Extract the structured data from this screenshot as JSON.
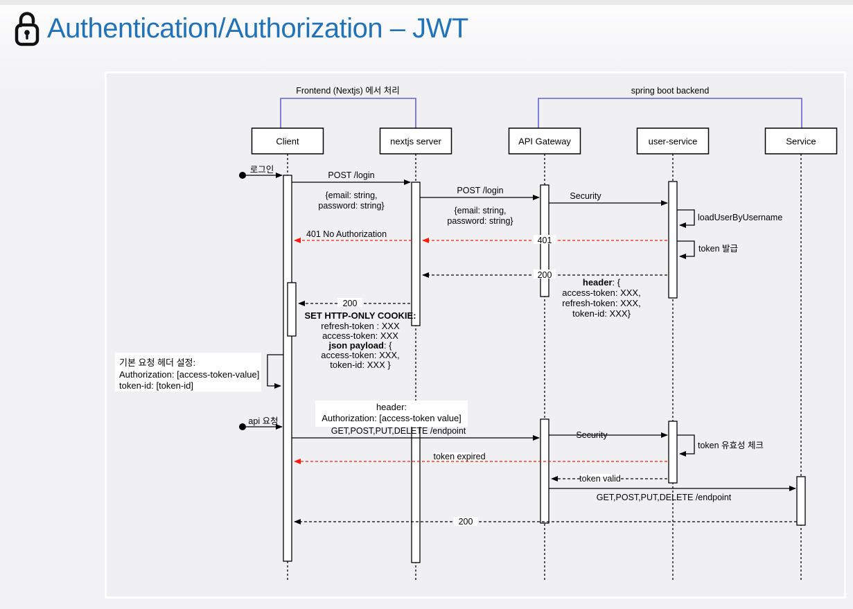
{
  "title": {
    "text": "Authentication/Authorization – JWT"
  },
  "colors": {
    "title_blue": "#2272b8",
    "bracket_blue": "#6161d6",
    "error_red": "#fe1a0d",
    "status_blue": "#2020ff"
  },
  "groups": {
    "frontend": "Frontend (Nextjs) 에서 처리",
    "backend": "spring boot backend"
  },
  "participants": {
    "client": "Client",
    "nextjs": "nextjs server",
    "gateway": "API Gateway",
    "user_service": "user-service",
    "service": "Service"
  },
  "messages": {
    "login": "로그인",
    "post_login": "POST /login",
    "post_login_body_1": "{email: string,",
    "post_login_body_2": "password: string}",
    "security": "Security",
    "load_user": "loadUserByUsername",
    "err_401_full": "401 No Authorization",
    "err_401": "401",
    "token_issue": "token 발급",
    "ok_200": "200",
    "api_request": "api 요청",
    "endpoint": "GET,POST,PUT,DELETE /endpoint",
    "token_check": "token 유효성 체크",
    "token_expired": "token expired",
    "token_valid": "token valid"
  },
  "notes": {
    "resp_header": {
      "title_bold": "header",
      "title_rest": ": {",
      "line2": "access-token: XXX,",
      "line3": "refresh-token: XXX,",
      "line4": "token-id: XXX}"
    },
    "cookie": {
      "line1": "SET HTTP-ONLY COOKIE:",
      "line2": "refresh-token : XXX",
      "line3": "access-token: XXX",
      "line4_bold": "json payload",
      "line4_rest": ": {",
      "line5": "access-token: XXX,",
      "line6": "token-id: XXX }"
    },
    "default_header": {
      "line1": "기본 요청 헤더 설정:",
      "line2": "Authorization:  [access-token-value]",
      "line3": "token-id: [token-id]"
    },
    "req_header": {
      "line1": "header:",
      "line2": "Authorization: [access-token value]"
    }
  }
}
